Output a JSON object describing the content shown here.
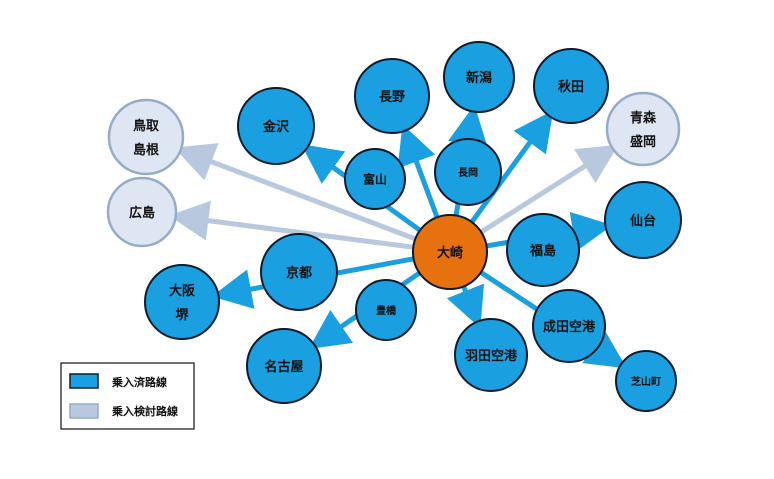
{
  "colors": {
    "active_fill": "#1a9fe0",
    "active_line": "#1a9fe0",
    "node_stroke": "#0d1b2a",
    "planned_fill": "#dde6f2",
    "planned_stroke": "#95acc9",
    "planned_line": "#b8c8de",
    "hub_fill": "#e8710f"
  },
  "hub": {
    "id": "osaki",
    "label": "大崎"
  },
  "nodes": [
    {
      "id": "kanazawa",
      "label": "金沢",
      "status": "active"
    },
    {
      "id": "nagano",
      "label": "長野",
      "status": "active"
    },
    {
      "id": "niigata",
      "label": "新潟",
      "status": "active"
    },
    {
      "id": "akita",
      "label": "秋田",
      "status": "active"
    },
    {
      "id": "toyama",
      "label": "富山",
      "status": "active"
    },
    {
      "id": "nagaoka",
      "label": "長岡",
      "status": "active"
    },
    {
      "id": "fukushima",
      "label": "福島",
      "status": "active"
    },
    {
      "id": "sendai",
      "label": "仙台",
      "status": "active"
    },
    {
      "id": "kyoto",
      "label": "京都",
      "status": "active"
    },
    {
      "id": "osaka",
      "label": "大阪\n堺",
      "status": "active"
    },
    {
      "id": "toyohashi",
      "label": "豊橋",
      "status": "active"
    },
    {
      "id": "nagoya",
      "label": "名古屋",
      "status": "active"
    },
    {
      "id": "haneda",
      "label": "羽田空港",
      "status": "active"
    },
    {
      "id": "narita",
      "label": "成田空港",
      "status": "active"
    },
    {
      "id": "shibayama",
      "label": "芝山町",
      "status": "active"
    },
    {
      "id": "tottori",
      "label": "鳥取\n島根",
      "status": "planned"
    },
    {
      "id": "hiroshima",
      "label": "広島",
      "status": "planned"
    },
    {
      "id": "aomori",
      "label": "青森\n盛岡",
      "status": "planned"
    }
  ],
  "edges": [
    {
      "from": "osaki",
      "to": "kanazawa",
      "via": "toyama",
      "status": "active"
    },
    {
      "from": "osaki",
      "to": "nagano",
      "status": "active"
    },
    {
      "from": "osaki",
      "to": "niigata",
      "via": "nagaoka",
      "status": "active"
    },
    {
      "from": "osaki",
      "to": "akita",
      "status": "active"
    },
    {
      "from": "osaki",
      "to": "sendai",
      "via": "fukushima",
      "status": "active"
    },
    {
      "from": "osaki",
      "to": "osaka",
      "via": "kyoto",
      "status": "active"
    },
    {
      "from": "osaki",
      "to": "nagoya",
      "via": "toyohashi",
      "status": "active"
    },
    {
      "from": "osaki",
      "to": "haneda",
      "status": "active"
    },
    {
      "from": "osaki",
      "to": "shibayama",
      "via": "narita",
      "status": "active"
    },
    {
      "from": "osaki",
      "to": "tottori",
      "status": "planned"
    },
    {
      "from": "osaki",
      "to": "hiroshima",
      "status": "planned"
    },
    {
      "from": "osaki",
      "to": "aomori",
      "status": "planned"
    }
  ],
  "legend": {
    "active_label": "乗入済路線",
    "planned_label": "乗入検討路線"
  }
}
